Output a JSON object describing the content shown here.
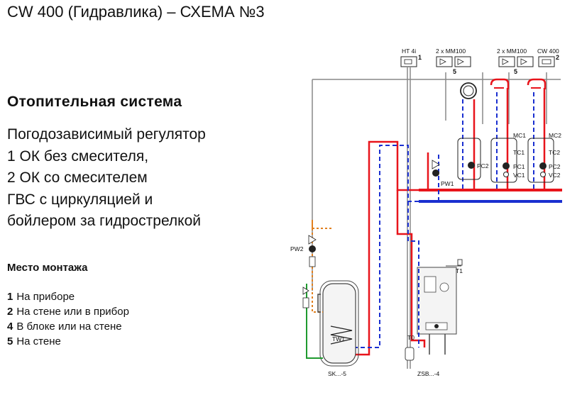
{
  "title": "CW 400 (Гидравлика) – СХЕМА №3",
  "heading": "Отопительная система",
  "description_lines": [
    "Погодозависимый регулятор",
    "1 ОК без смесителя,",
    "2 ОК со смесителем",
    "ГВС с циркуляцией и",
    "бойлером за гидрострелкой"
  ],
  "mounting": {
    "title": "Место монтажа",
    "items": [
      {
        "num": "1",
        "text": "На приборе"
      },
      {
        "num": "2",
        "text": "На стене или в прибор"
      },
      {
        "num": "4",
        "text": "В блоке или на стене"
      },
      {
        "num": "5",
        "text": "На стене"
      }
    ]
  },
  "diagram": {
    "labels": {
      "ht4i": "HT 4i",
      "mm100_a": "2 x MM100",
      "mm100_b": "2 x MM100",
      "cw400": "CW 400",
      "pw1": "PW1",
      "pw2": "PW2",
      "pc2_a": "PC2",
      "mc1": "MC1",
      "tc1": "TC1",
      "pc1": "PC1",
      "vc1": "VC1",
      "mc2": "MC2",
      "tc2": "TC2",
      "pc2_b": "PC2",
      "vc2": "VC2",
      "t1": "T1",
      "tw1": "TW1",
      "t0": "T0",
      "sk": "SK...-5",
      "zsb": "ZSB...-4",
      "n1": "1",
      "n5a": "5",
      "n5b": "5",
      "n2": "2"
    },
    "colors": {
      "flow": "#e8141b",
      "return": "#1a2fd0",
      "cold": "#1f9a2f",
      "circulation": "#e08020",
      "bus": "#888888"
    }
  }
}
